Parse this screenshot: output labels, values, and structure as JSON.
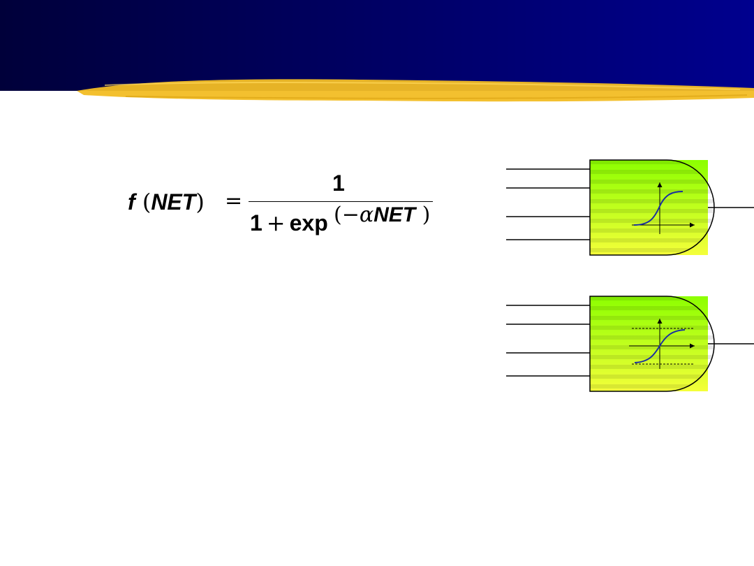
{
  "header": {
    "band_color_left": "#00003a",
    "band_color_right": "#00008e",
    "brush_color": "#f2bd24"
  },
  "formula": {
    "lhs_func": "f",
    "lhs_arg": "NET",
    "equals": "=",
    "numerator": "1",
    "denominator_one": "1",
    "plus": "+",
    "exp": "exp",
    "exponent_minus": "−",
    "exponent_alpha": "α",
    "exponent_var": "NET"
  },
  "neurons": [
    {
      "id": "unipolar-sigmoid",
      "fill_top": "#8cff00",
      "fill_bottom": "#f4ff3a",
      "curve_color": "#1a2fa0",
      "dashed_limits": false
    },
    {
      "id": "bipolar-sigmoid",
      "fill_top": "#8cff00",
      "fill_bottom": "#f4ff3a",
      "curve_color": "#1a2fa0",
      "dashed_limits": true
    }
  ]
}
